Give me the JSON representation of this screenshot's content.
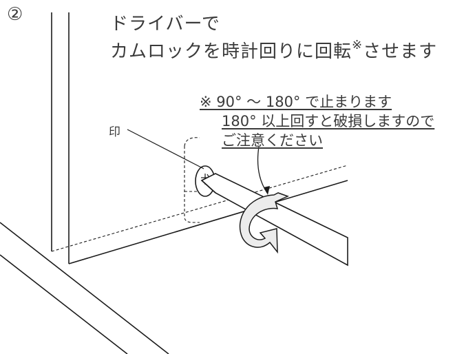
{
  "step": {
    "number": "②"
  },
  "heading": {
    "line1": "ドライバーで",
    "line2": "カムロックを時計回りに回転",
    "line2_mark": "※",
    "line2_tail": "させます"
  },
  "note": {
    "line1": "※ 90° ～ 180° で止まります",
    "line2": "180° 以上回すと破損しますので",
    "line3": "ご注意ください"
  },
  "callout": {
    "mark_label": "印"
  },
  "colors": {
    "line": "#1a1a1a",
    "text": "#3a3a3a",
    "arrow_fill": "#ececec"
  }
}
